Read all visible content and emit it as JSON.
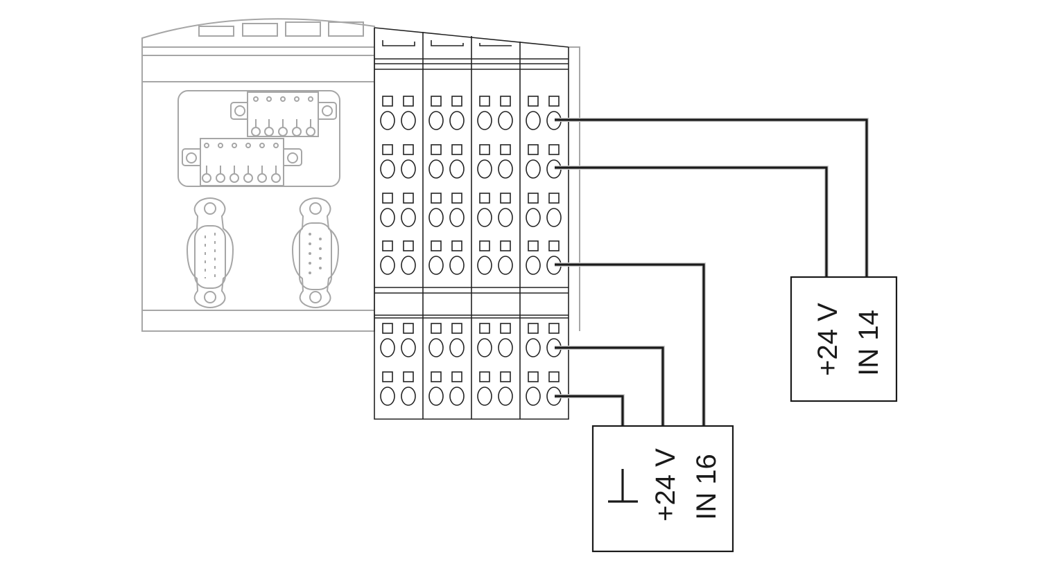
{
  "device_box_a": {
    "line1": "+24 V",
    "line2": "IN 14"
  },
  "device_box_b": {
    "ground_symbol": "ground-icon",
    "line1": "+24 V",
    "line2": "IN 16"
  },
  "colors": {
    "housing": "#a6a6a6",
    "terminal": "#222222",
    "wire": "#1a1a1a"
  }
}
